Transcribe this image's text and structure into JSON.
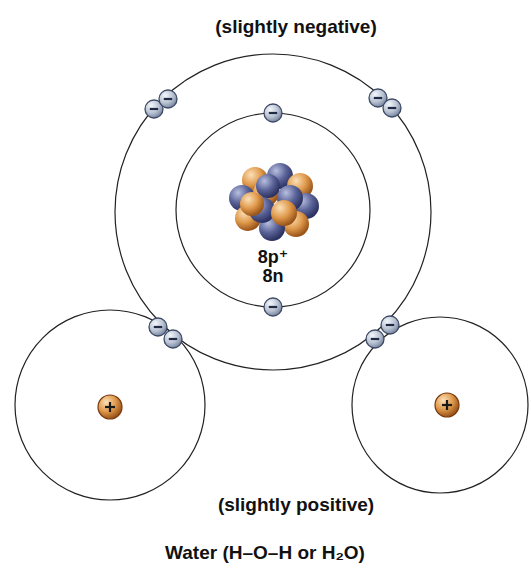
{
  "diagram": {
    "caption": "Water (H–O–H or H₂O)",
    "nodes": [
      {
        "text": [
          "8p⁺ 8n"
        ]
      }
    ],
    "labels": [
      "(slightly negative)",
      "(slightly positive)"
    ]
  }
}
